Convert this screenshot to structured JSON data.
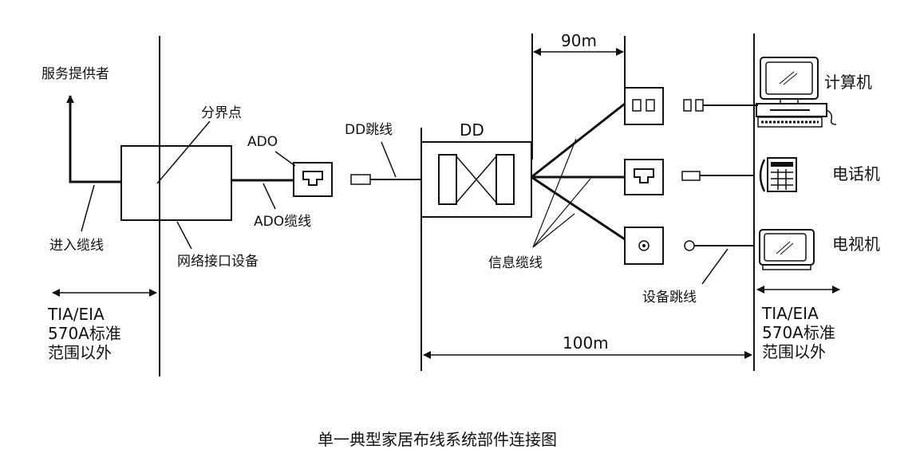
{
  "labels": {
    "service_provider": "服务提供者",
    "demarcation_point": "分界点",
    "ado": "ADO",
    "dd_jumper": "DD跳线",
    "dd": "DD",
    "distance_90": "90m",
    "computer": "计算机",
    "telephone": "电话机",
    "television": "电视机",
    "entrance_cable": "进入缆线",
    "ado_cable": "ADO缆线",
    "network_interface": "网络接口设备",
    "info_cable": "信息缆线",
    "equipment_jumper": "设备跳线",
    "distance_100": "100m",
    "scope_left": [
      "TIA/EIA",
      "570A标准",
      "范围以外"
    ],
    "scope_right": [
      "TIA/EIA",
      "570A标准",
      "范围以外"
    ]
  },
  "caption": "单一典型家居布线系统部件连接图"
}
